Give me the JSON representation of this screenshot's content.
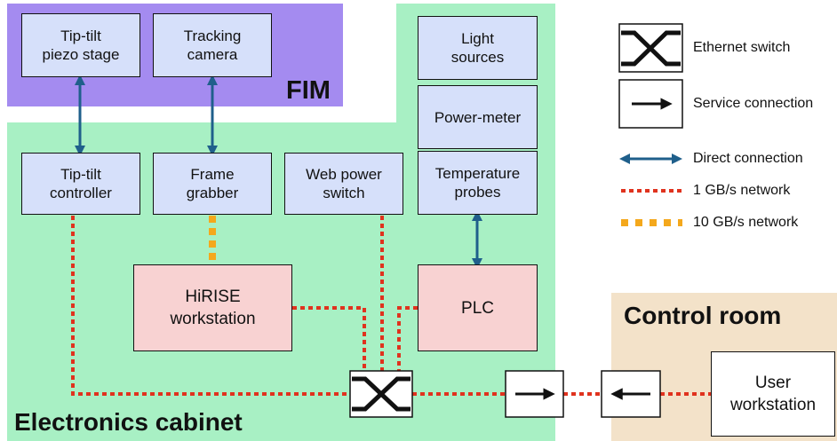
{
  "regions": {
    "fim": {
      "label": "FIM",
      "color": "#a48bf0"
    },
    "cabinet": {
      "label": "Electronics cabinet",
      "color": "#a8f0c4"
    },
    "control_room": {
      "label": "Control room",
      "color": "#f3e2c9"
    }
  },
  "boxes": {
    "tip_tilt_stage": "Tip-tilt\npiezo stage",
    "tracking_camera": "Tracking\ncamera",
    "light_sources": "Light\nsources",
    "power_meter": "Power-meter",
    "temperature_probes": "Temperature\nprobes",
    "tip_tilt_controller": "Tip-tilt\ncontroller",
    "frame_grabber": "Frame\ngrabber",
    "web_power_switch": "Web power\nswitch",
    "hirise_workstation": "HiRISE\nworkstation",
    "plc": "PLC",
    "user_workstation": "User\nworkstation"
  },
  "legend": {
    "ethernet_switch": "Ethernet switch",
    "service_connection": "Service connection",
    "direct_connection": "Direct connection",
    "network_1gb": "1 GB/s network",
    "network_10gb": "10 GB/s network"
  },
  "colors": {
    "box_blue": "#d6e0fa",
    "box_pink": "#f8d2d2",
    "direct_arrow": "#1f5f8b",
    "network_1gb": "#e0321e",
    "network_10gb": "#f4a81c"
  }
}
